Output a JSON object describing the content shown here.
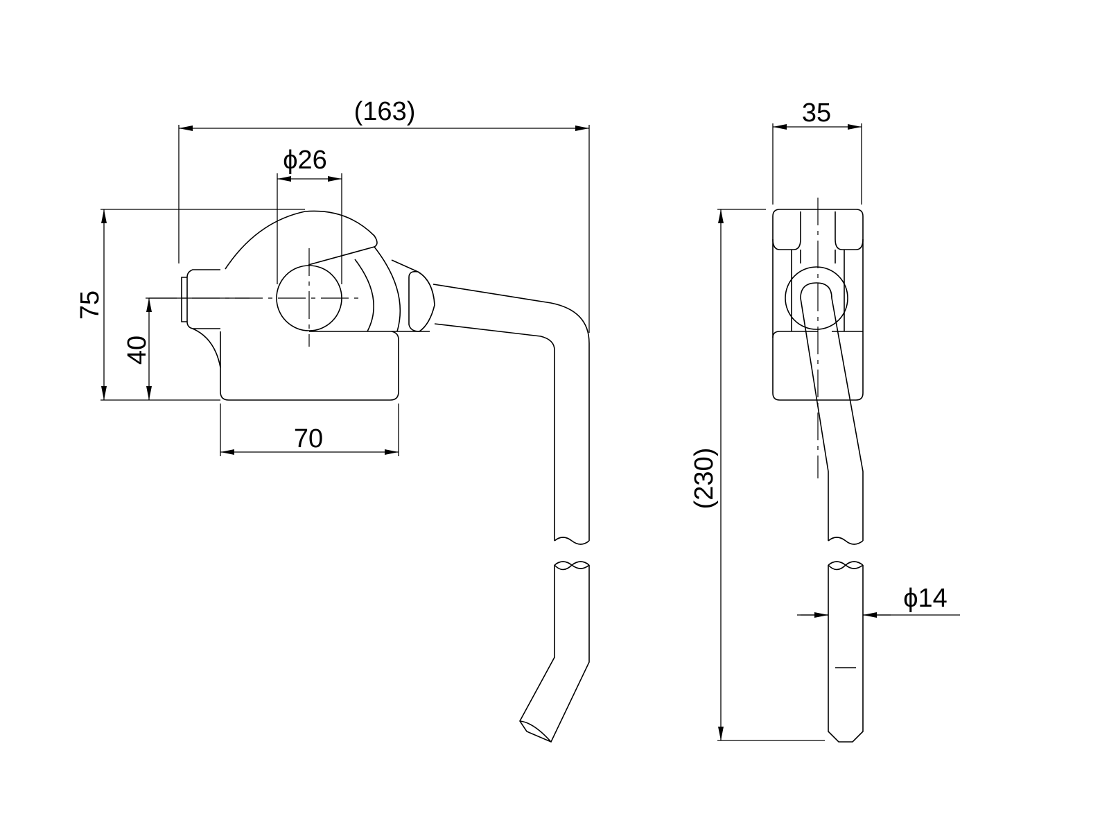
{
  "drawing": {
    "front_view": {
      "overall_width": "(163)",
      "hole_diameter": "ϕ26",
      "height": "75",
      "hole_center_height": "40",
      "base_width": "70"
    },
    "side_view": {
      "width": "35",
      "overall_length": "(230)",
      "rod_diameter": "ϕ14"
    },
    "line_color": "#000000",
    "background_color": "#ffffff"
  }
}
